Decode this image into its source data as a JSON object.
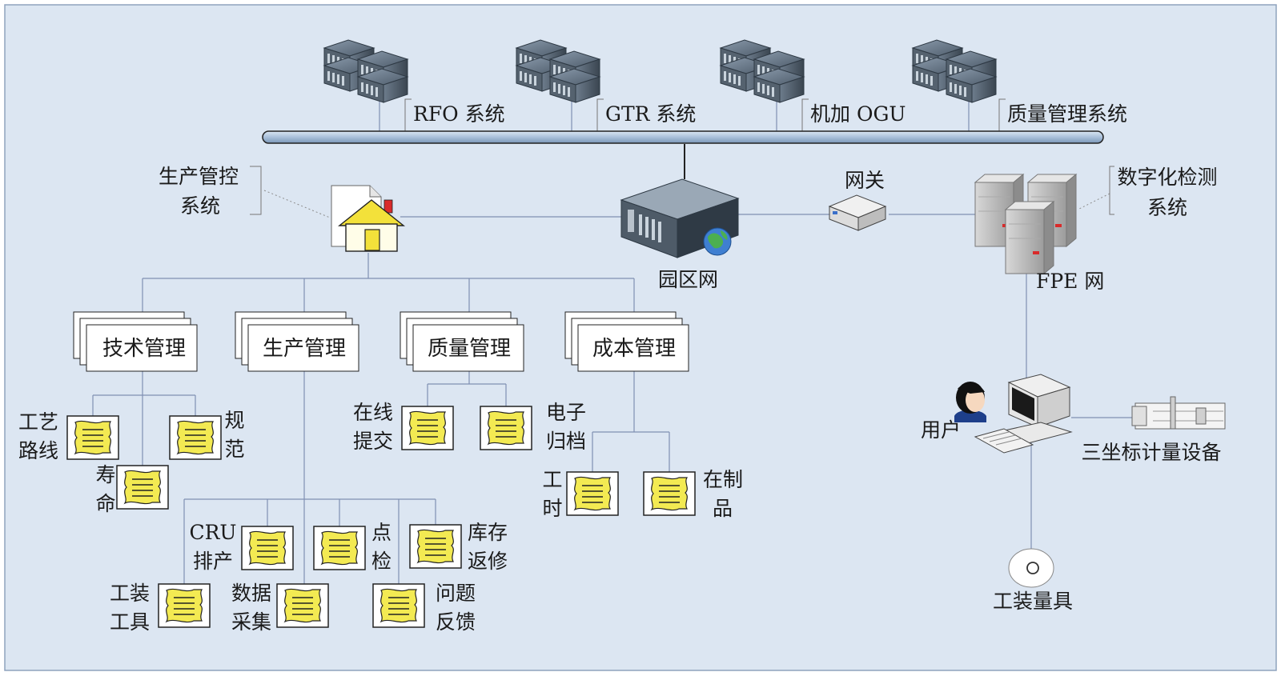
{
  "colors": {
    "background": "#dce6f2",
    "border": "#8fa3bd",
    "line": "#7f8fb3",
    "bus": "#b9cde3",
    "doc_fill": "#f3ea52"
  },
  "systems": {
    "rfo": "RFO 系统",
    "gtr": "GTR 系统",
    "ogu": "机加 OGU",
    "quality": "质量管理系统"
  },
  "network": {
    "campus_label": "园区网",
    "gateway_label": "网关",
    "fpe_label": "FPE 网"
  },
  "production_control": {
    "line1": "生产管控",
    "line2": "系统"
  },
  "digital_inspection": {
    "line1": "数字化检测",
    "line2": "系统"
  },
  "management": {
    "tech": "技术管理",
    "production": "生产管理",
    "quality": "质量管理",
    "cost": "成本管理"
  },
  "docs": {
    "process_route": [
      "工艺",
      "路线"
    ],
    "spec": [
      "规",
      "范"
    ],
    "life": [
      "寿",
      "命"
    ],
    "online_submit": [
      "在线",
      "提交"
    ],
    "e_archive": [
      "电子",
      "归档"
    ],
    "work_hours": [
      "工",
      "时"
    ],
    "wip": [
      "在制",
      "品"
    ],
    "cru": [
      "CRU",
      "排产"
    ],
    "spot_check": [
      "点",
      "检"
    ],
    "inventory": [
      "库存",
      "返修"
    ],
    "tooling": [
      "工装",
      "工具"
    ],
    "data_collect": [
      "数据",
      "采集"
    ],
    "feedback": [
      "问题",
      "反馈"
    ]
  },
  "peripherals": {
    "user_label": "用户",
    "cmm_label": "三坐标计量设备",
    "gauge_label": "工装量具"
  }
}
